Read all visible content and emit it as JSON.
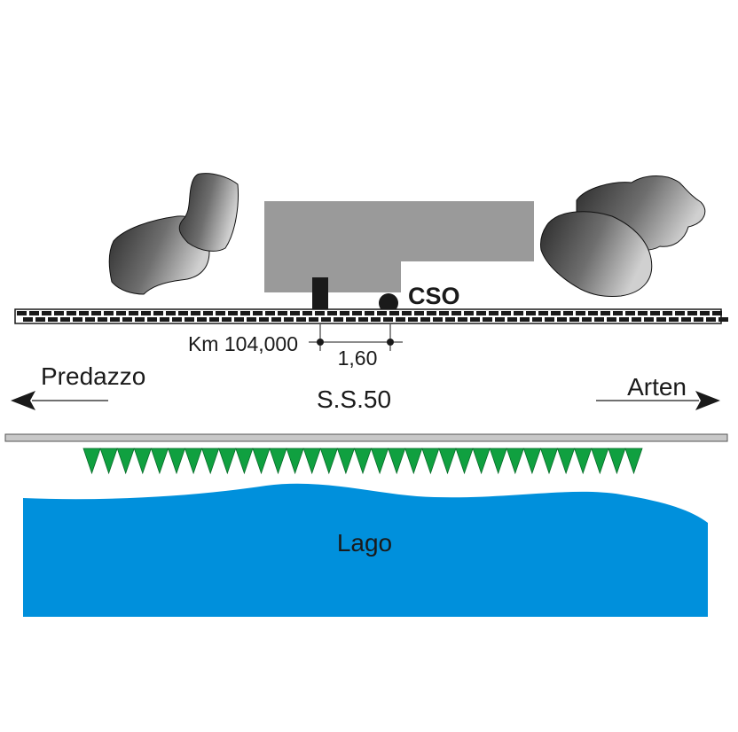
{
  "labels": {
    "cso": "CSO",
    "km": "Km 104,000",
    "distance": "1,60",
    "left_direction": "Predazzo",
    "right_direction": "Arten",
    "road": "S.S.50",
    "lake": "Lago"
  },
  "colors": {
    "building": "#9a9a9a",
    "rock_dark": "#2e2e2e",
    "rock_light": "#bdbdbd",
    "lake": "#0090dc",
    "vegetation": "#10a040",
    "barrier": "#c8c8c8",
    "ink": "#1a1a1a"
  }
}
